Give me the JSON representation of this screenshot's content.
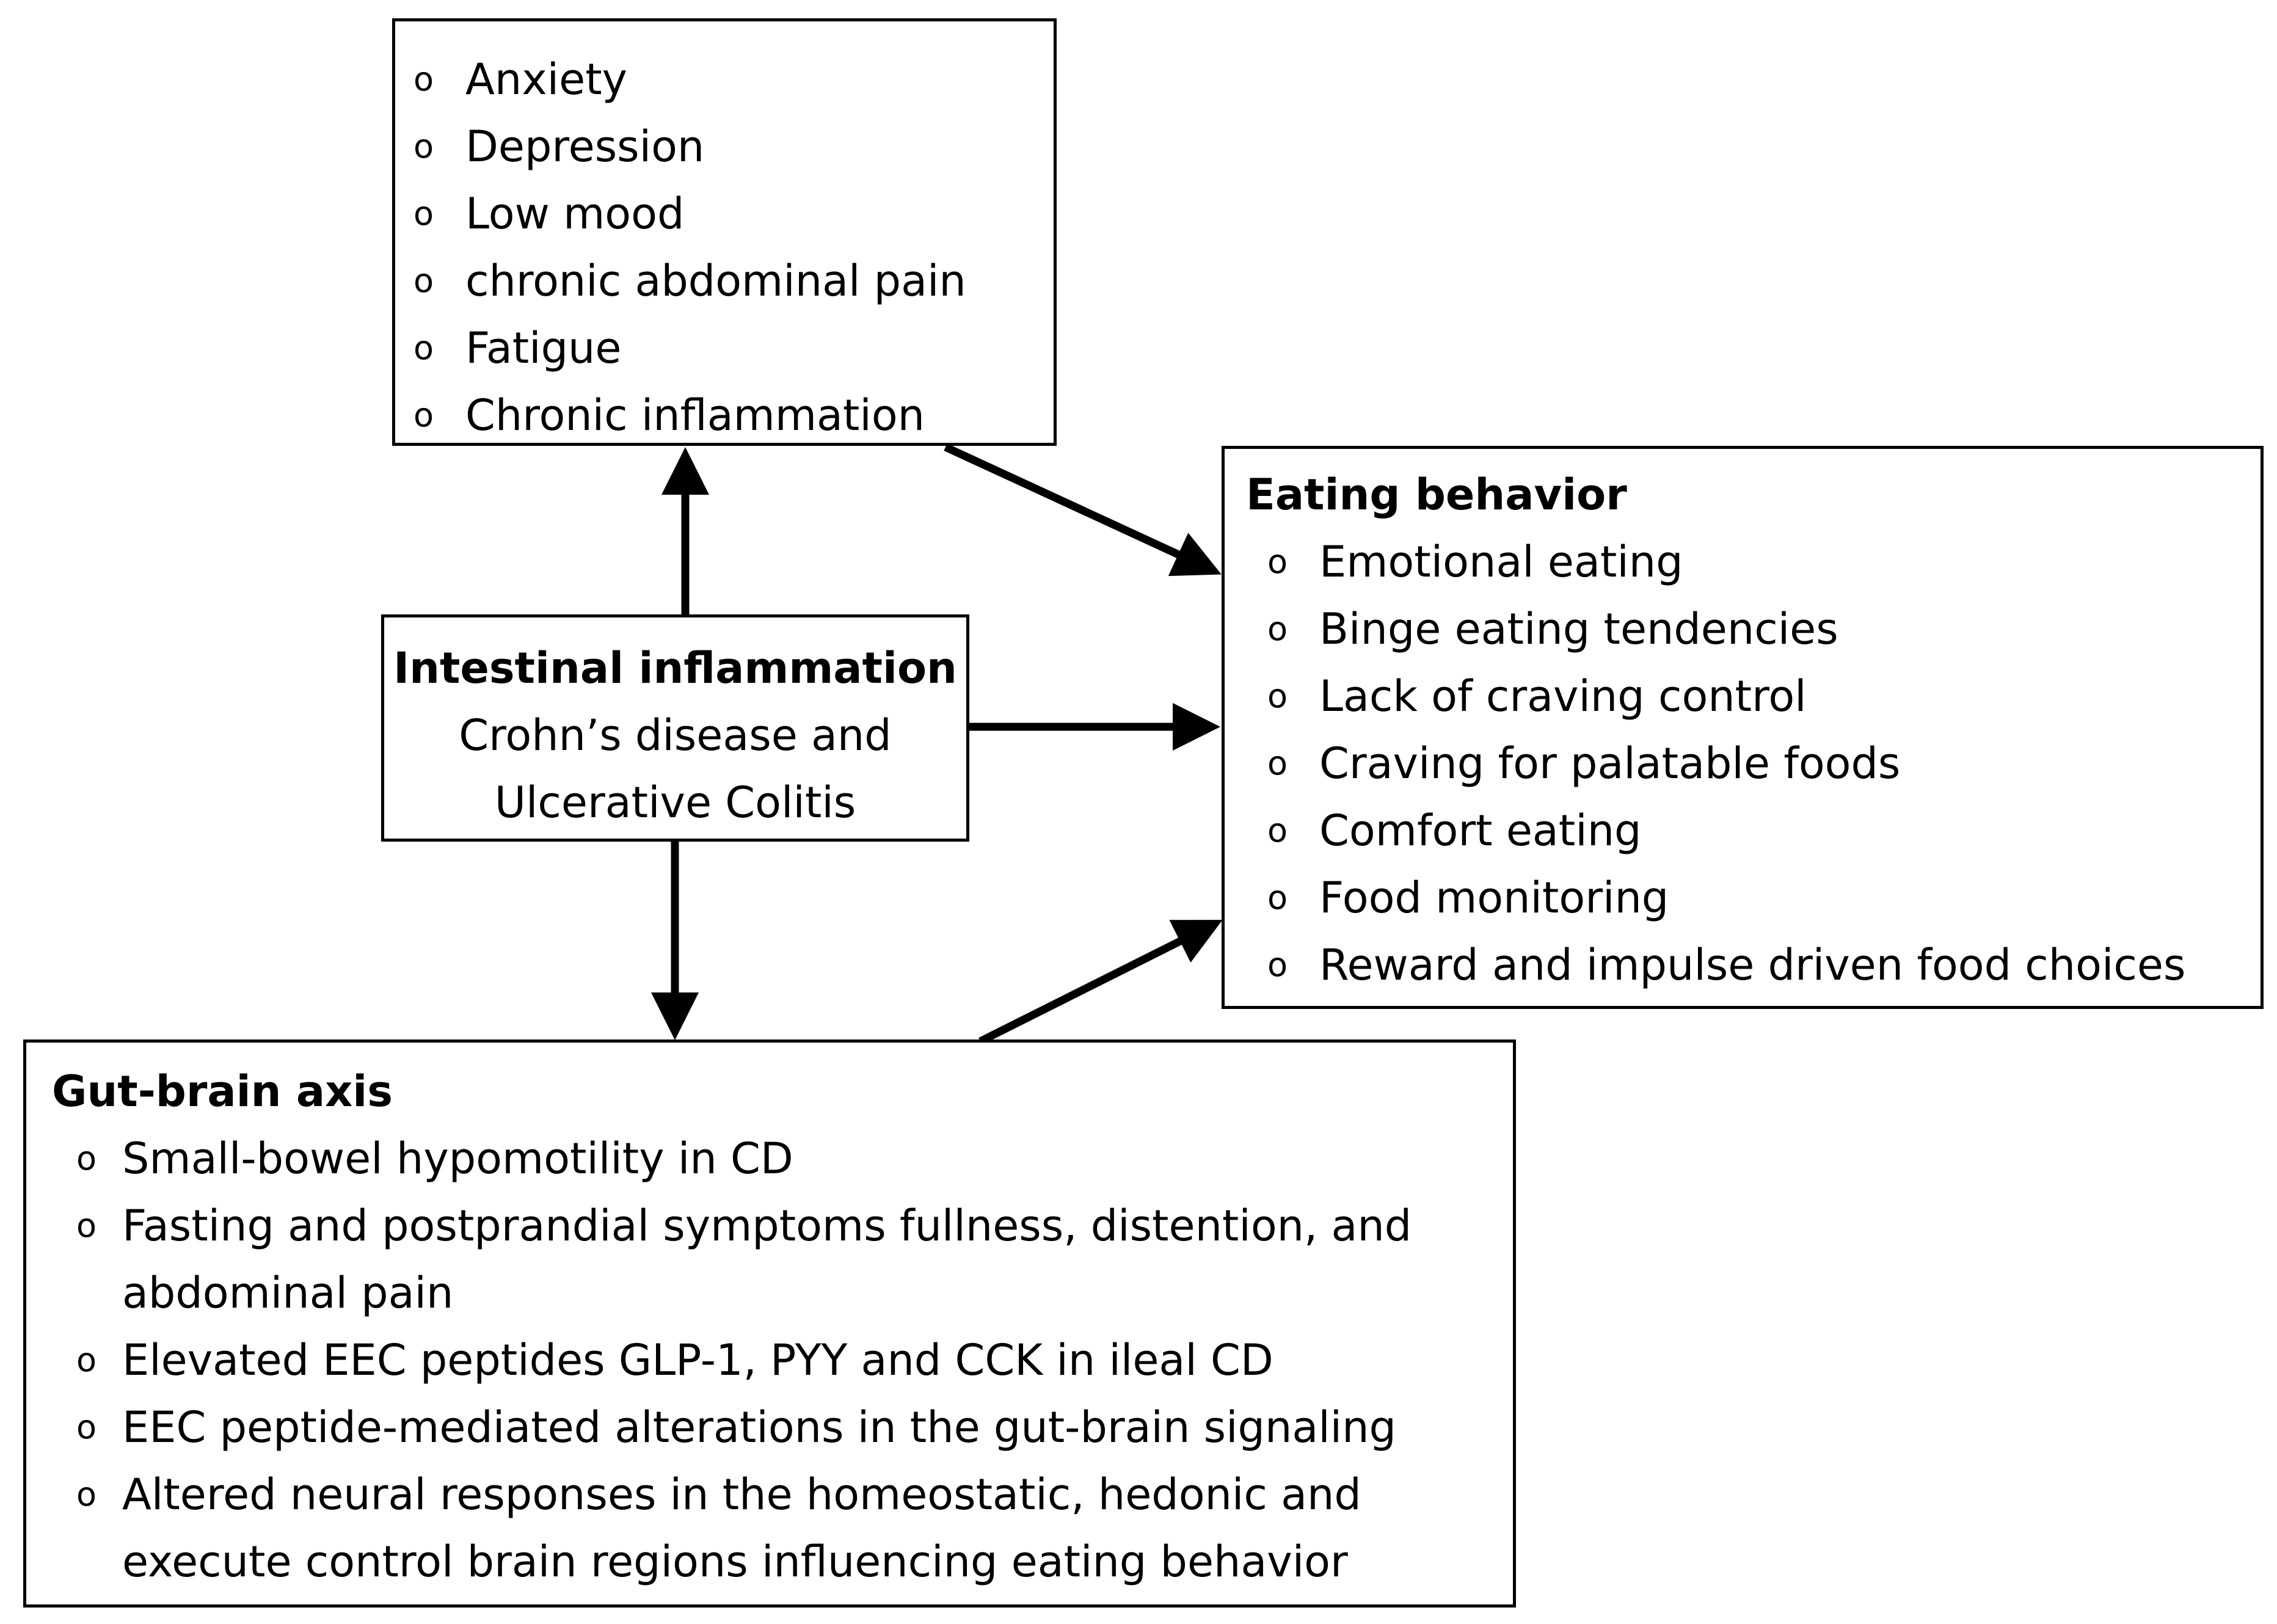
{
  "symptoms_box": {
    "items": [
      "Anxiety",
      "Depression",
      "Low mood",
      "chronic abdominal pain",
      "Fatigue",
      "Chronic inflammation"
    ]
  },
  "inflammation_box": {
    "title": "Intestinal inflammation",
    "line1": "Crohn’s disease and",
    "line2": "Ulcerative Colitis"
  },
  "eating_box": {
    "title": "Eating behavior",
    "items": [
      "Emotional eating",
      "Binge eating tendencies",
      "Lack of craving control",
      "Craving for palatable foods",
      "Comfort eating",
      "Food monitoring",
      "Reward and impulse driven food choices"
    ]
  },
  "gutbrain_box": {
    "title": "Gut-brain axis",
    "items": [
      "Small-bowel hypomotility in CD",
      "Fasting and postprandial symptoms fullness, distention, and abdominal pain",
      "Elevated EEC peptides GLP-1, PYY and CCK in ileal CD",
      "EEC peptide-mediated alterations in the gut-brain signaling",
      "Altered neural responses in the homeostatic, hedonic and execute control brain regions influencing eating behavior"
    ]
  },
  "bullet_glyph": "o",
  "colors": {
    "stroke": "#000000",
    "background": "#ffffff"
  }
}
